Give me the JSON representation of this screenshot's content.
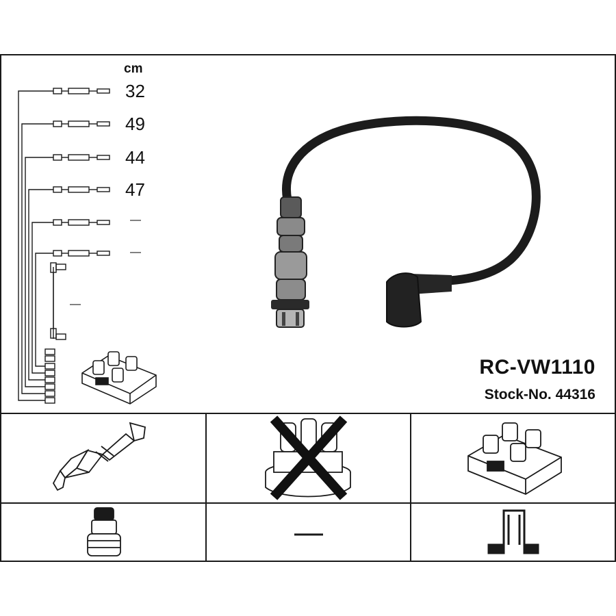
{
  "header": {
    "unit_label": "cm",
    "lengths": [
      "32",
      "49",
      "44",
      "47",
      "—",
      "—"
    ],
    "short_lead_label": "—"
  },
  "product": {
    "part_number": "RC-VW1110",
    "stock_number": "Stock-No. 44316"
  },
  "applicability_grid": [
    {
      "icon": "spark-plug-icon",
      "applicable": true
    },
    {
      "icon": "distributor-cap-icon",
      "applicable": false
    },
    {
      "icon": "ignition-coil-icon",
      "applicable": true
    },
    {
      "icon": "plug-boot-icon",
      "applicable": true
    },
    {
      "icon": "dash",
      "label": "—"
    },
    {
      "icon": "bracket-connector-icon",
      "applicable": true
    }
  ],
  "colors": {
    "line": "#1a1a1a",
    "cable": "#1c1c1c"
  }
}
